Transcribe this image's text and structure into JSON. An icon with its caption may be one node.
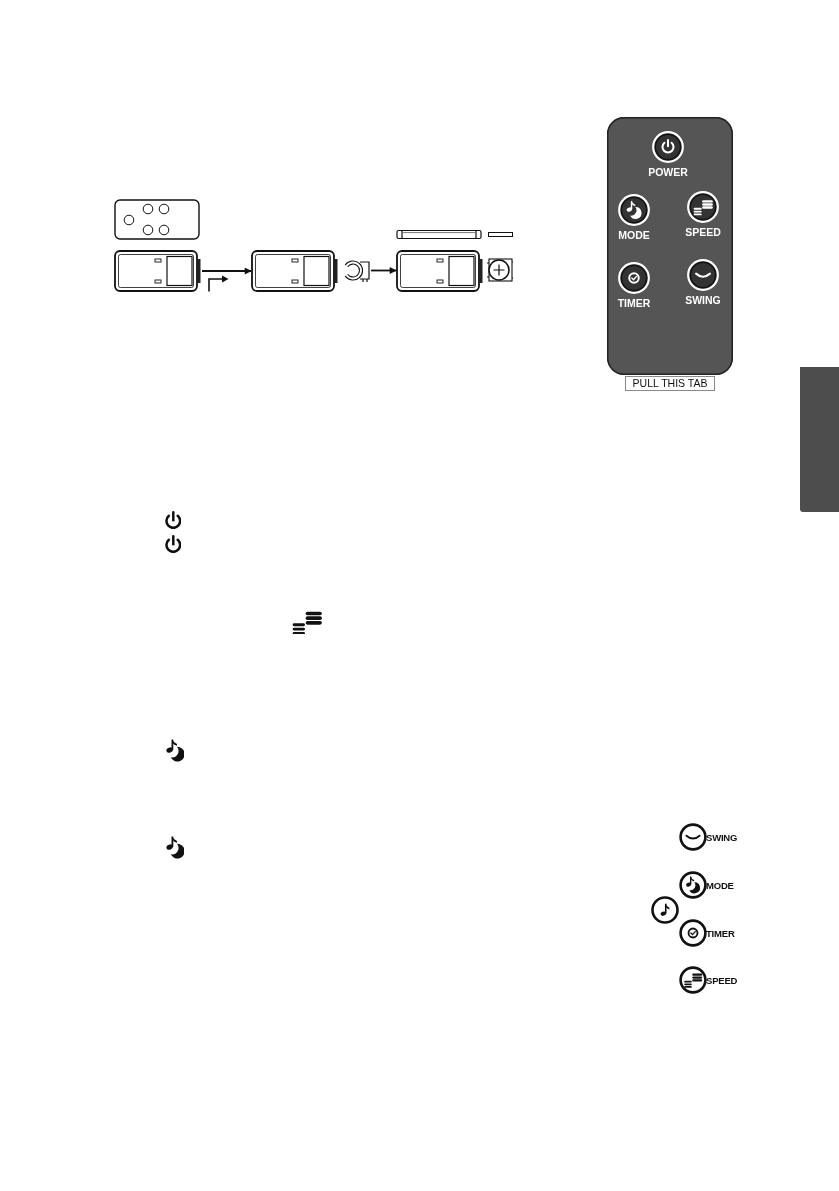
{
  "diagram": {
    "nodes": [
      {
        "text": [],
        "shape": "picture"
      },
      {
        "text": [],
        "shape": "picture"
      },
      {
        "text": [],
        "shape": "box"
      },
      {
        "text": [],
        "shape": "picture"
      },
      {
        "text": [],
        "shape": "picture"
      },
      {
        "text": [],
        "shape": "picture"
      },
      {
        "text": [],
        "shape": "picture"
      },
      {
        "text": [],
        "shape": "picture"
      },
      {
        "text": [],
        "shape": "box"
      },
      {
        "text": [
          "POWER"
        ],
        "in": 8
      },
      {
        "text": [
          "MODE"
        ],
        "in": 8
      },
      {
        "text": [
          "SPEED"
        ],
        "in": 8
      },
      {
        "text": [
          "TIMER"
        ],
        "in": 8
      },
      {
        "text": [
          "SWING"
        ],
        "in": 8
      },
      {
        "text": [],
        "shape": "box"
      },
      {
        "text": [
          "PULL THIS TAB"
        ]
      },
      {
        "text": [
          "SWING"
        ]
      },
      {
        "text": [
          "MODE"
        ]
      },
      {
        "text": [],
        "shape": "circle"
      },
      {
        "text": [
          "TIMER"
        ]
      },
      {
        "text": [
          "SPEED"
        ]
      }
    ],
    "edges": [
      {
        "from": 3,
        "to": 4,
        "arrow": "to"
      },
      {
        "from": 5,
        "to": 6,
        "arrow": "to"
      }
    ]
  }
}
